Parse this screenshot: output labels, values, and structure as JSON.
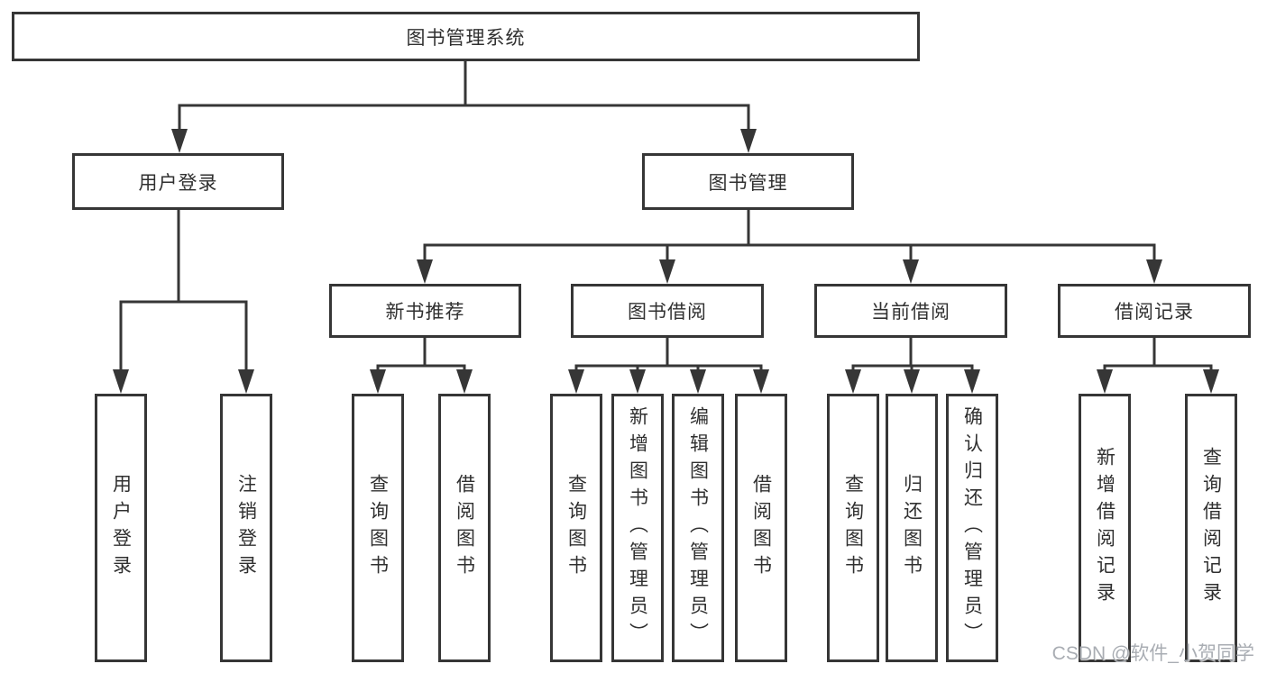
{
  "nodes": {
    "root": "图书管理系统",
    "userLogin": "用户登录",
    "bookMgmt": "图书管理",
    "loginChild1": "用户登录",
    "loginChild2": "注销登录",
    "newBook": "新书推荐",
    "nb1": "查询图书",
    "nb2": "借阅图书",
    "bookBorrow": "图书借阅",
    "bb1": "查询图书",
    "bb2": "新增图书（管理员）",
    "bb3": "编辑图书（管理员）",
    "bb4": "借阅图书",
    "currentBorrow": "当前借阅",
    "cb1": "查询图书",
    "cb2": "归还图书",
    "cb3": "确认归还（管理员）",
    "records": "借阅记录",
    "rc1": "新增借阅记录",
    "rc2": "查询借阅记录"
  },
  "watermark": "CSDN @软件_小贺同学",
  "colors": {
    "line": "#363636",
    "text": "#303030",
    "watermark": "#a9adb3",
    "background": "#ffffff"
  }
}
